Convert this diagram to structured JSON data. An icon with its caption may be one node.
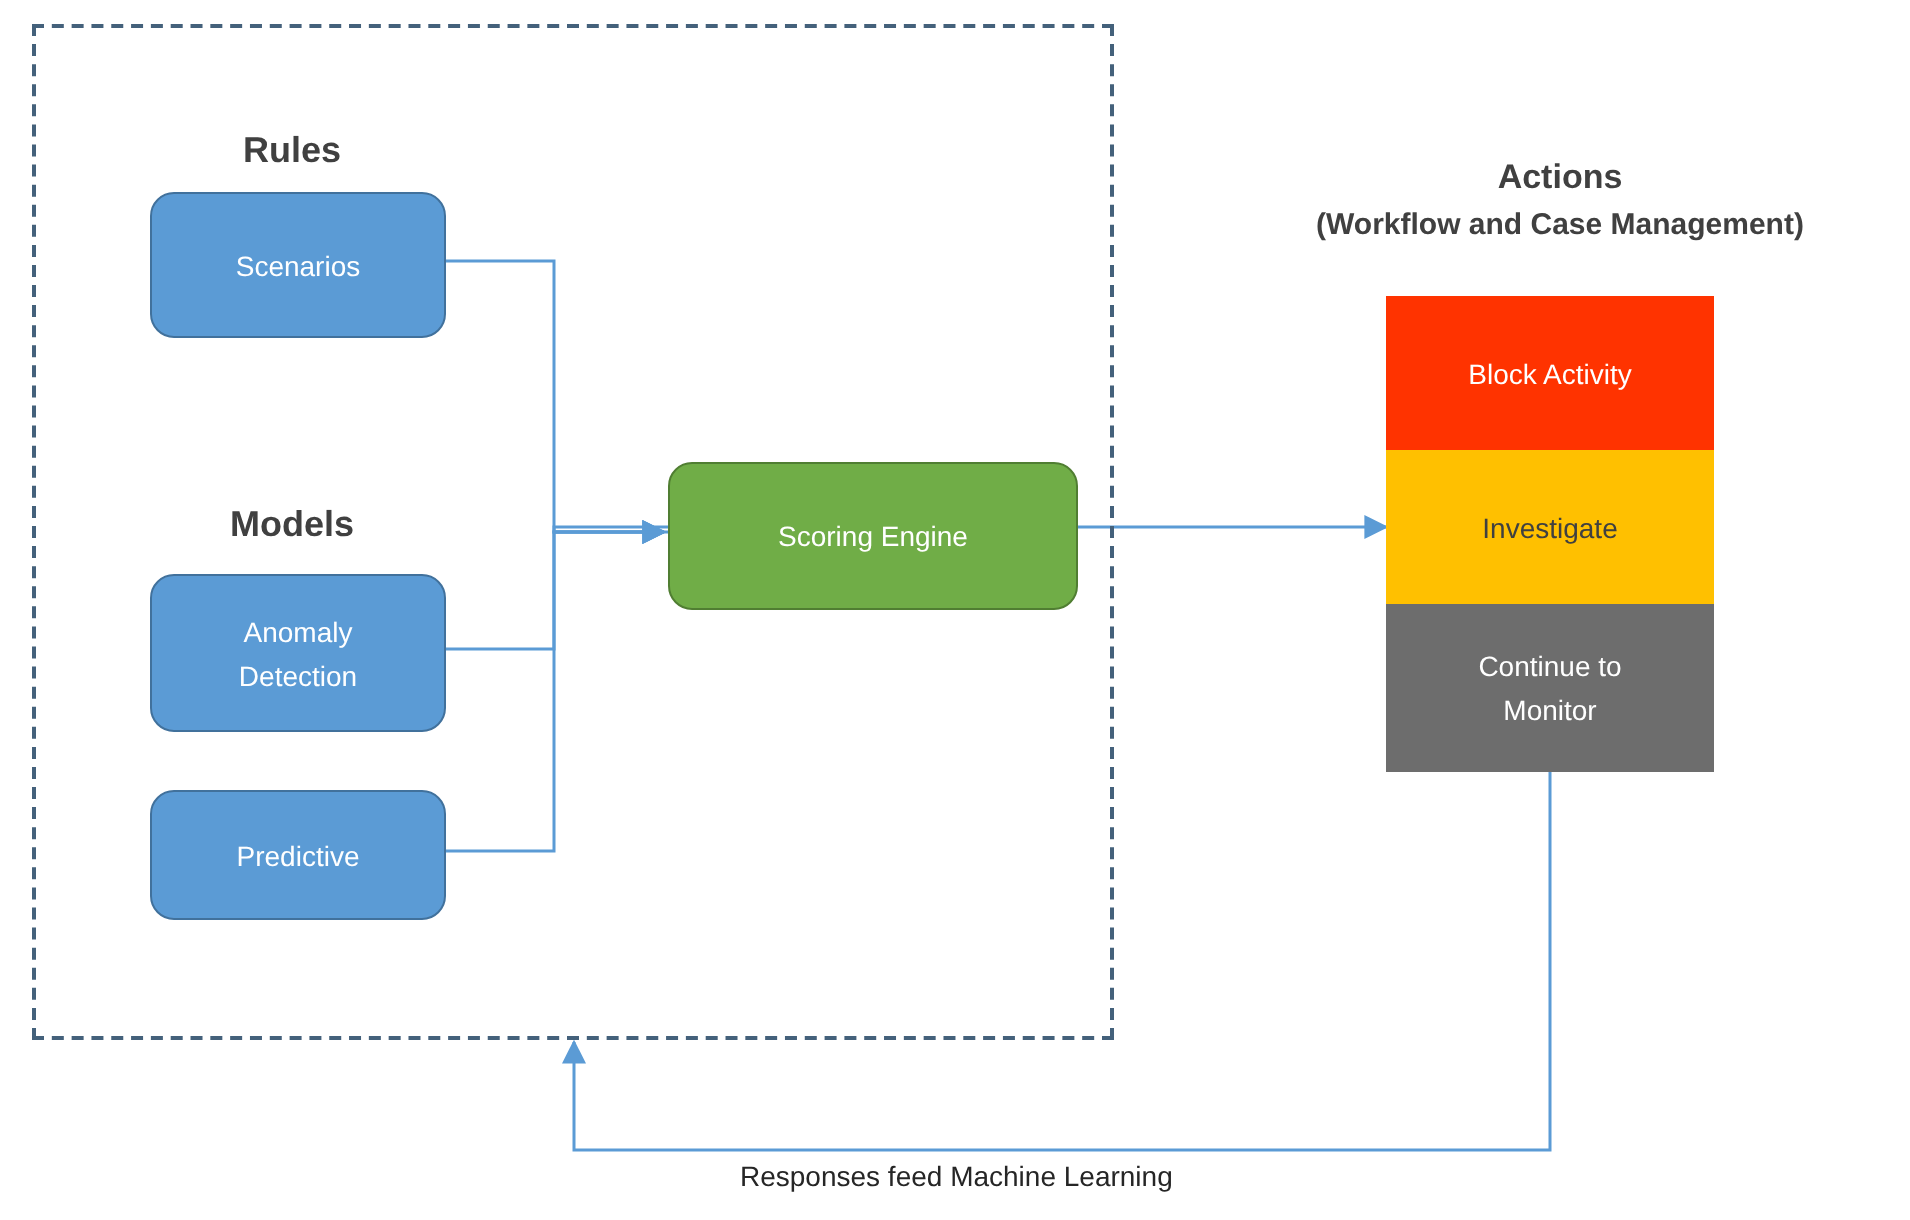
{
  "diagram": {
    "nodes": [
      {
        "text": [],
        "shape": "box"
      },
      {
        "text": [
          "Scenarios"
        ],
        "in": 0
      },
      {
        "text": [
          "Anomaly Detection"
        ],
        "in": 0
      },
      {
        "text": [
          "Predictive"
        ],
        "in": 0
      },
      {
        "text": [
          "Scoring Engine"
        ],
        "in": 0
      },
      {
        "text": [
          "Actions",
          "(Workflow and Case Management)"
        ]
      },
      {
        "text": [
          "Block Activity"
        ],
        "in": 5
      },
      {
        "text": [
          "Investigate"
        ],
        "in": 5
      },
      {
        "text": [
          "Continue to Monitor"
        ],
        "in": 5
      }
    ],
    "edges": [
      {
        "from": 1,
        "to": 4,
        "arrow": "to"
      },
      {
        "from": 2,
        "to": 4,
        "arrow": "to"
      },
      {
        "from": 3,
        "to": 4,
        "arrow": "to"
      },
      {
        "from": 4,
        "to": 7,
        "arrow": "to"
      },
      {
        "from": 8,
        "to": 0,
        "arrow": "to",
        "label": "Responses feed Machine Learning"
      }
    ],
    "labels": [
      "Rules",
      "Models"
    ]
  }
}
